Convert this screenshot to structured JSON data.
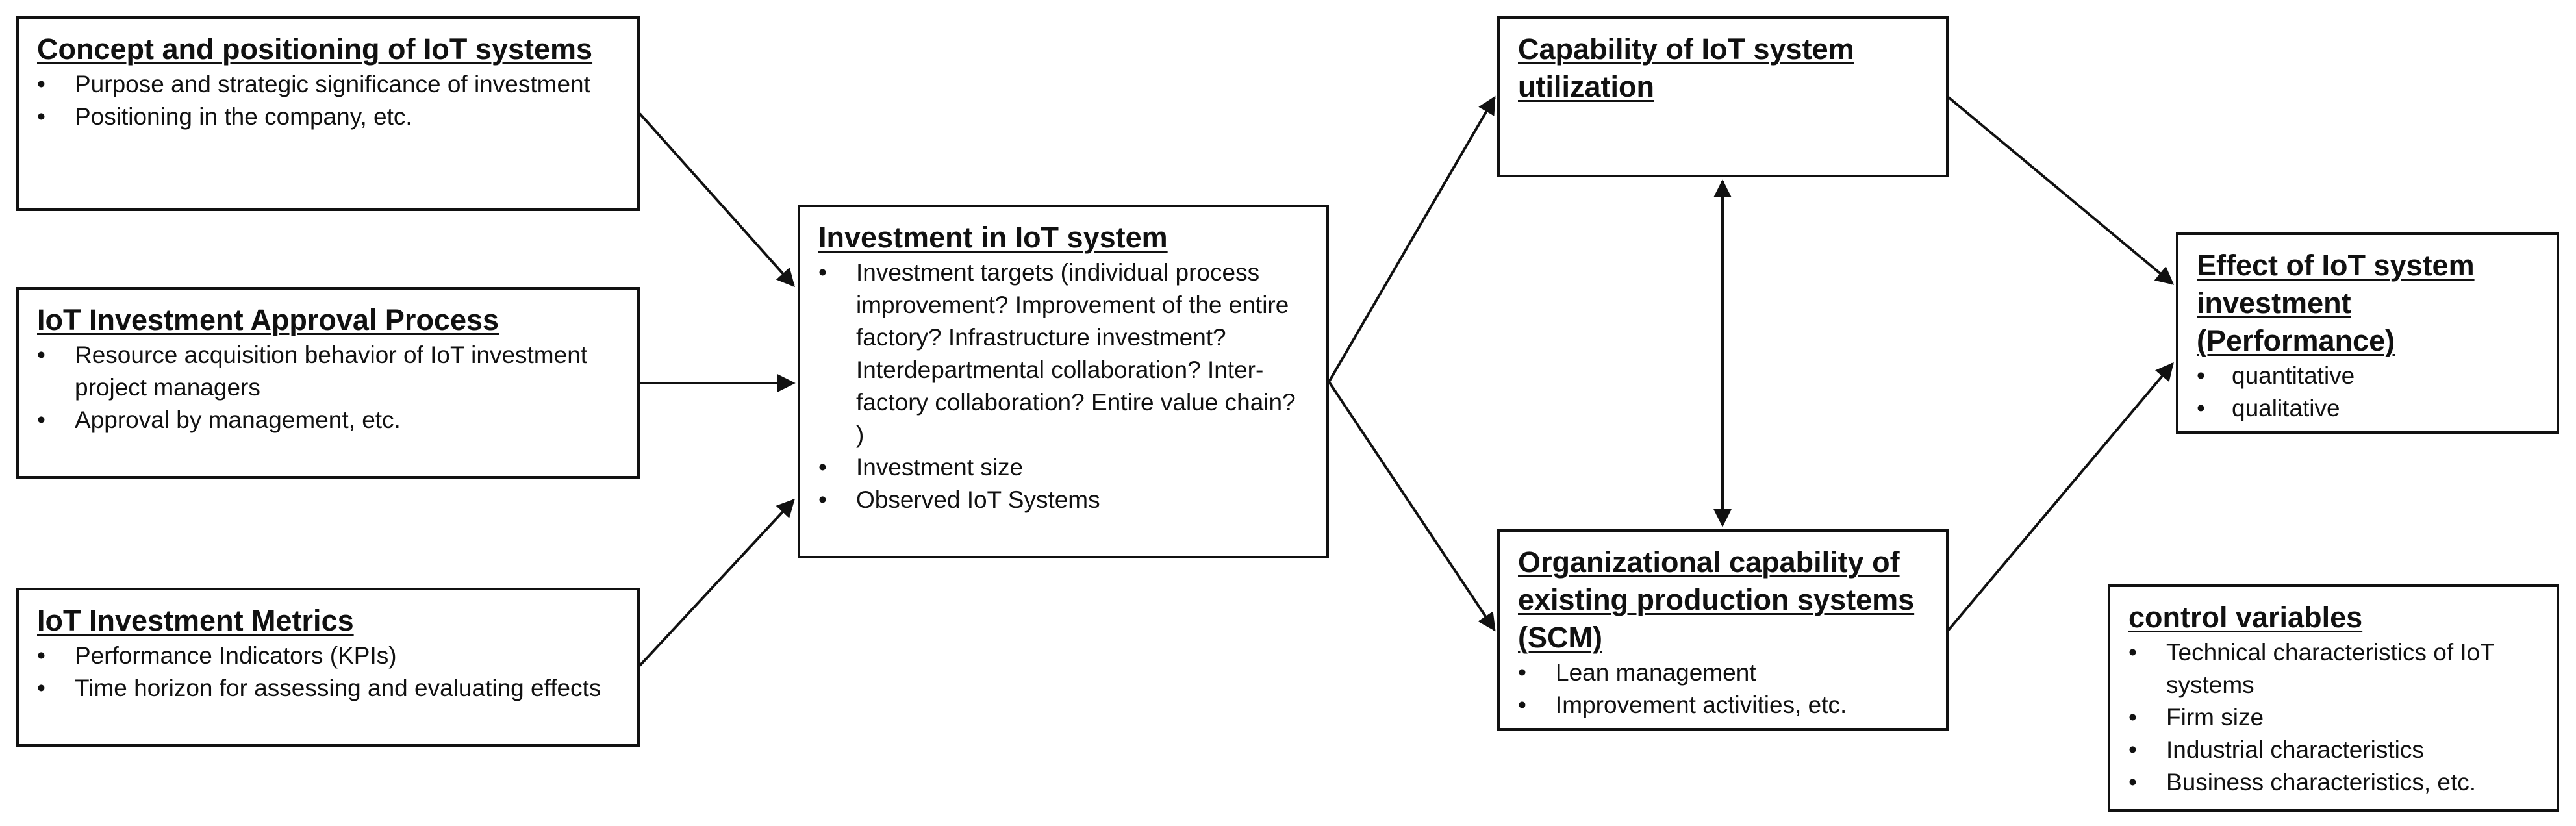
{
  "boxes": {
    "concept": {
      "title": "Concept and positioning of IoT systems",
      "items": [
        "Purpose and strategic significance of investment",
        "Positioning in the company, etc."
      ]
    },
    "approval": {
      "title": "IoT Investment Approval Process",
      "items": [
        "Resource acquisition behavior of IoT investment project managers",
        "Approval by management,  etc."
      ]
    },
    "metrics": {
      "title": "IoT Investment Metrics",
      "items": [
        "Performance Indicators (KPIs)",
        "Time horizon for assessing and evaluating effects"
      ]
    },
    "investment": {
      "title": "Investment in IoT system",
      "items": [
        "Investment targets (individual process improvement?  Improvement of the entire factory? Infrastructure investment?  Interdepartmental collaboration?  Inter-factory collaboration?  Entire value chain? )",
        "Investment size",
        "Observed IoT Systems"
      ]
    },
    "capability": {
      "title": "Capability of IoT system utilization",
      "items": []
    },
    "org": {
      "title": "Organizational capability of existing production systems  (SCM)",
      "items": [
        "Lean management",
        "Improvement activities, etc."
      ]
    },
    "effect": {
      "title": "Effect of IoT system investment (Performance)",
      "items": [
        "quantitative",
        "qualitative"
      ]
    },
    "control": {
      "title": "control variables",
      "items": [
        "Technical characteristics of IoT systems",
        "Firm size",
        "Industrial characteristics",
        "Business characteristics, etc."
      ]
    }
  },
  "bullet_glyph": "•",
  "colors": {
    "line": "#111111",
    "background": "#ffffff"
  }
}
